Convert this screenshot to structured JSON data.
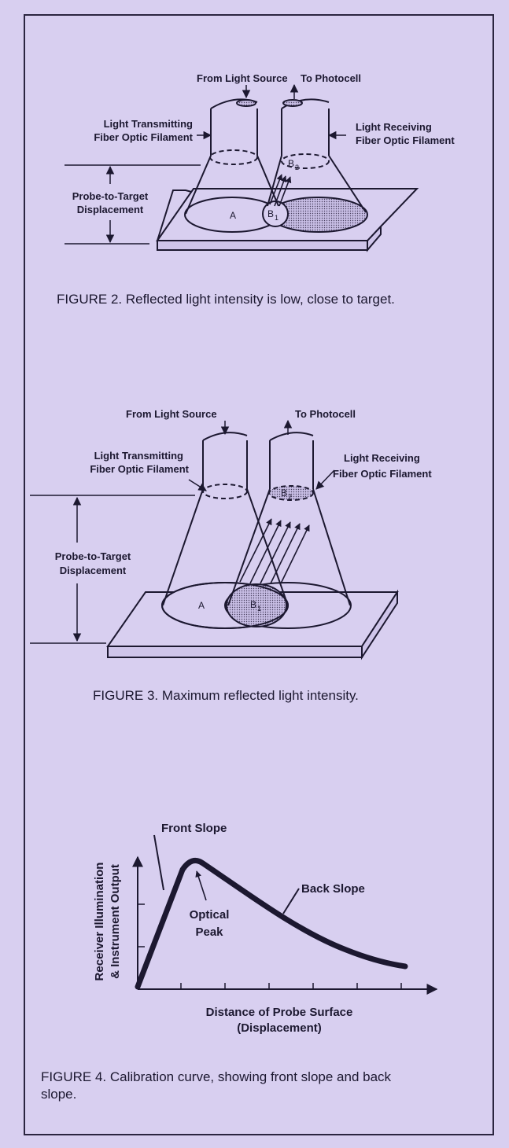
{
  "figure2": {
    "from_source": "From Light Source",
    "to_photocell": "To Photocell",
    "transmit_line1": "Light Transmitting",
    "transmit_line2": "Fiber Optic Filament",
    "receive_line1": "Light Receiving",
    "receive_line2": "Fiber Optic Filament",
    "disp_line1": "Probe-to-Target",
    "disp_line2": "Displacement",
    "area_a": "A",
    "area_b1": "B",
    "area_b1_sub": "1",
    "area_b2": "B",
    "area_b2_sub": "2",
    "caption": "FIGURE 2. Reflected light intensity is low, close to target."
  },
  "figure3": {
    "from_source": "From Light Source",
    "to_photocell": "To Photocell",
    "transmit_line1": "Light Transmitting",
    "transmit_line2": "Fiber Optic Filament",
    "receive_line1": "Light Receiving",
    "receive_line2": "Fiber Optic Filament",
    "disp_line1": "Probe-to-Target",
    "disp_line2": "Displacement",
    "area_a": "A",
    "area_b1": "B",
    "area_b1_sub": "1",
    "area_b2": "B",
    "area_b2_sub": "2",
    "caption": "FIGURE 3. Maximum reflected light intensity."
  },
  "figure4": {
    "front_slope": "Front Slope",
    "back_slope": "Back Slope",
    "optical_line1": "Optical",
    "optical_line2": "Peak",
    "ylabel_line1": "Receiver Illumination",
    "ylabel_line2": "& Instrument Output",
    "xlabel_line1": "Distance of Probe Surface",
    "xlabel_line2": "(Displacement)",
    "caption_line1": "FIGURE 4. Calibration curve, showing front slope and back",
    "caption_line2": "slope."
  },
  "colors": {
    "background": "#d8cff0",
    "ink": "#1c1830",
    "shade": "#b9aed6"
  }
}
